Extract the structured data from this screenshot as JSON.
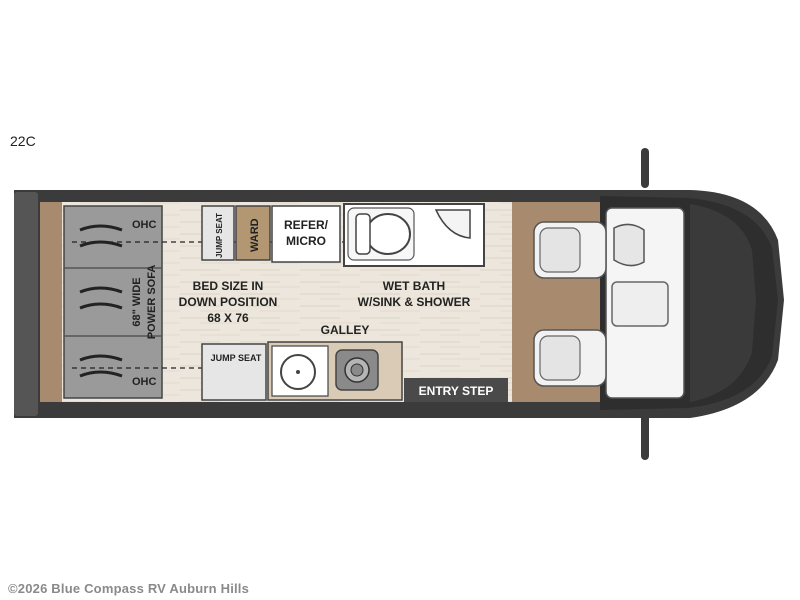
{
  "model": "22C",
  "watermark": "©2026 Blue Compass RV Auburn Hills",
  "labels": {
    "ohc_top": "OHC",
    "ohc_bottom": "OHC",
    "jump_seat_top": "JUMP SEAT",
    "ward": "WARD",
    "refer_line1": "REFER/",
    "refer_line2": "MICRO",
    "sofa_line1": "68\" WIDE",
    "sofa_line2": "POWER SOFA",
    "bed_line1": "BED SIZE IN",
    "bed_line2": "DOWN POSITION",
    "bed_line3": "68 X 76",
    "bath_line1": "WET BATH",
    "bath_line2": "W/SINK & SHOWER",
    "galley": "GALLEY",
    "jump_seat_bottom": "JUMP SEAT",
    "entry_step": "ENTRY STEP"
  },
  "colors": {
    "floor": "#ece6dc",
    "wood": "#8b6f4e",
    "cab_floor": "#a88b6e",
    "body": "#3b3b3b",
    "sofa": "#9a9a9a",
    "entry_step": "#4a4a4a"
  }
}
